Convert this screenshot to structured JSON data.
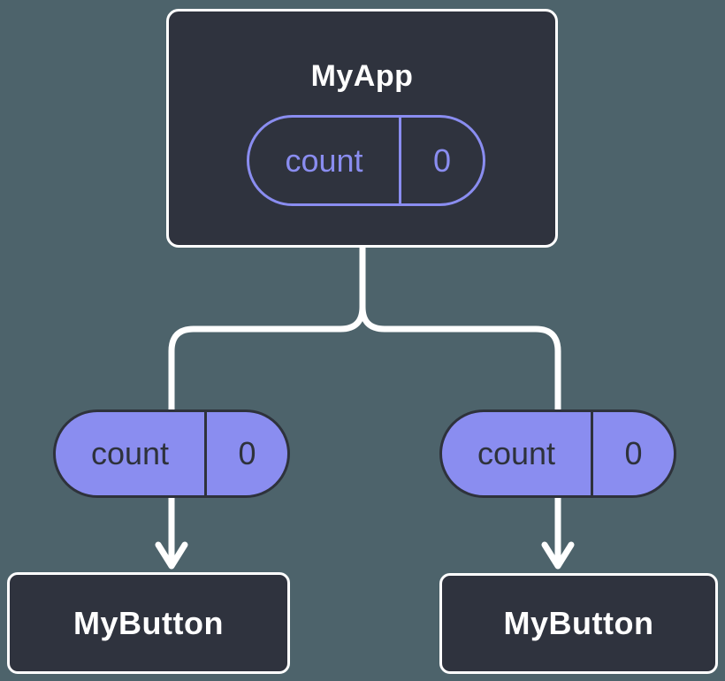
{
  "colors": {
    "background": "#4d636b",
    "node-fill": "#2f333e",
    "node-border": "#ffffff",
    "accent-purple": "#8a8df0",
    "dark-ink": "#2e323b",
    "white-text": "#ffffff"
  },
  "tree": {
    "root": {
      "label": "MyApp",
      "state": {
        "name": "count",
        "value": "0"
      }
    },
    "children": [
      {
        "label": "MyButton",
        "prop": {
          "name": "count",
          "value": "0"
        }
      },
      {
        "label": "MyButton",
        "prop": {
          "name": "count",
          "value": "0"
        }
      }
    ]
  }
}
